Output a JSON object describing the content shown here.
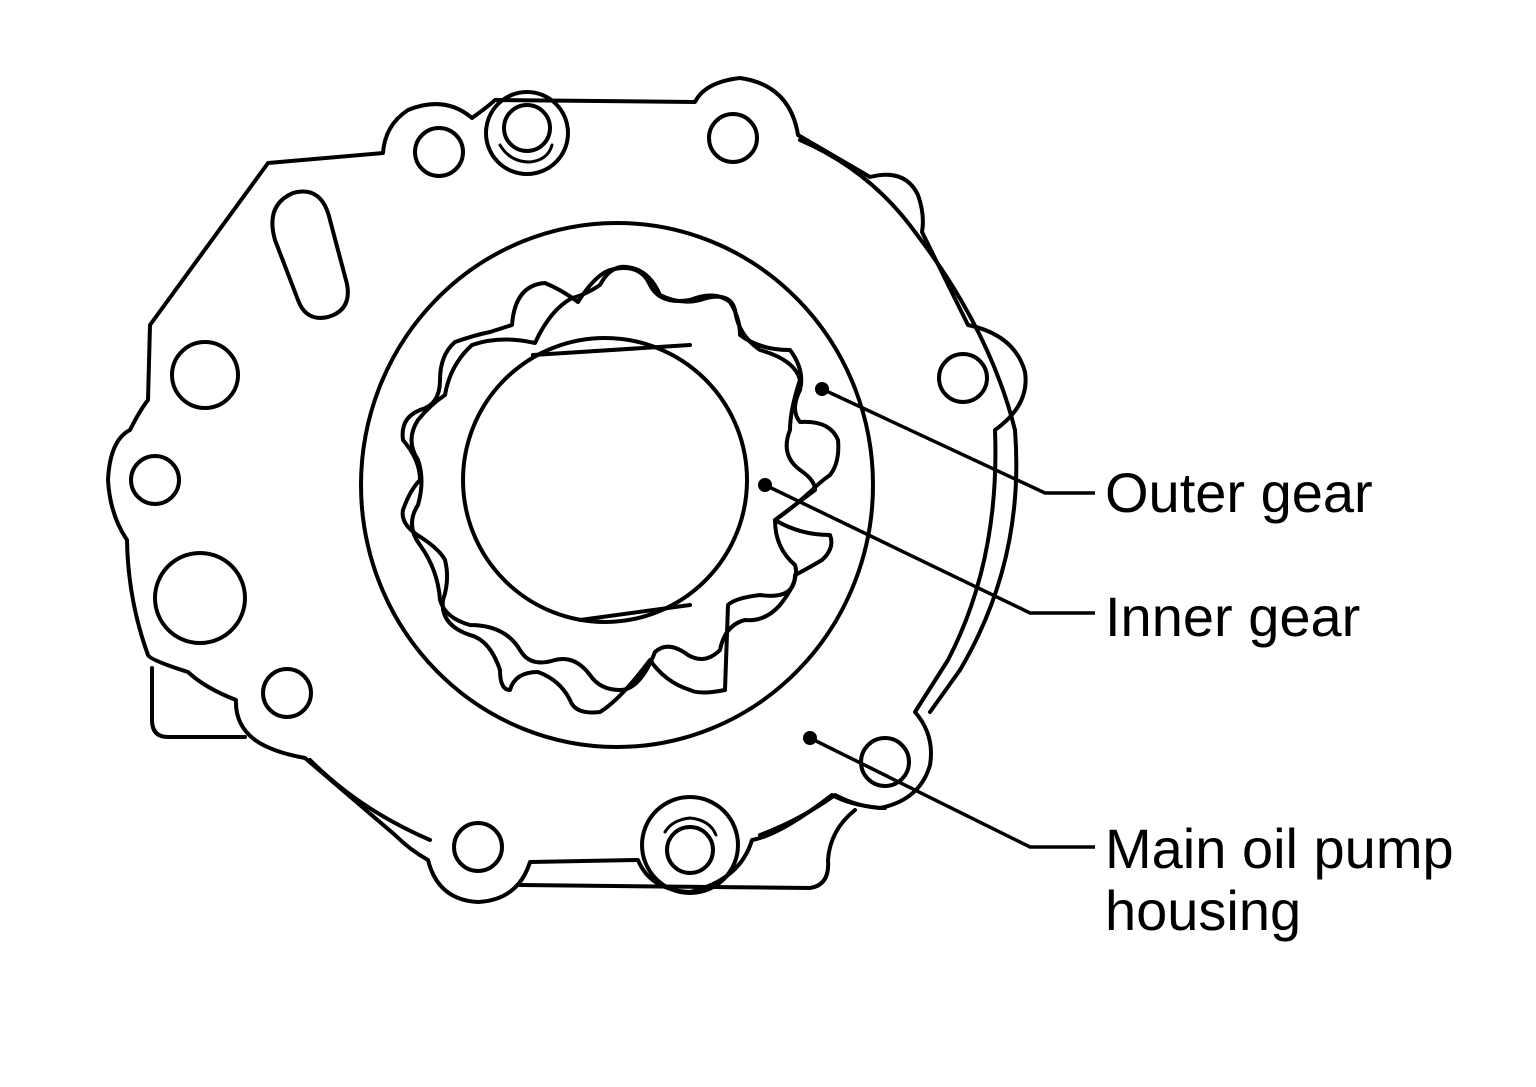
{
  "labels": {
    "outer_gear": "Outer gear",
    "inner_gear": "Inner gear",
    "housing_line1": "Main oil pump",
    "housing_line2": "housing"
  },
  "colors": {
    "stroke": "#000000",
    "background": "#ffffff"
  }
}
